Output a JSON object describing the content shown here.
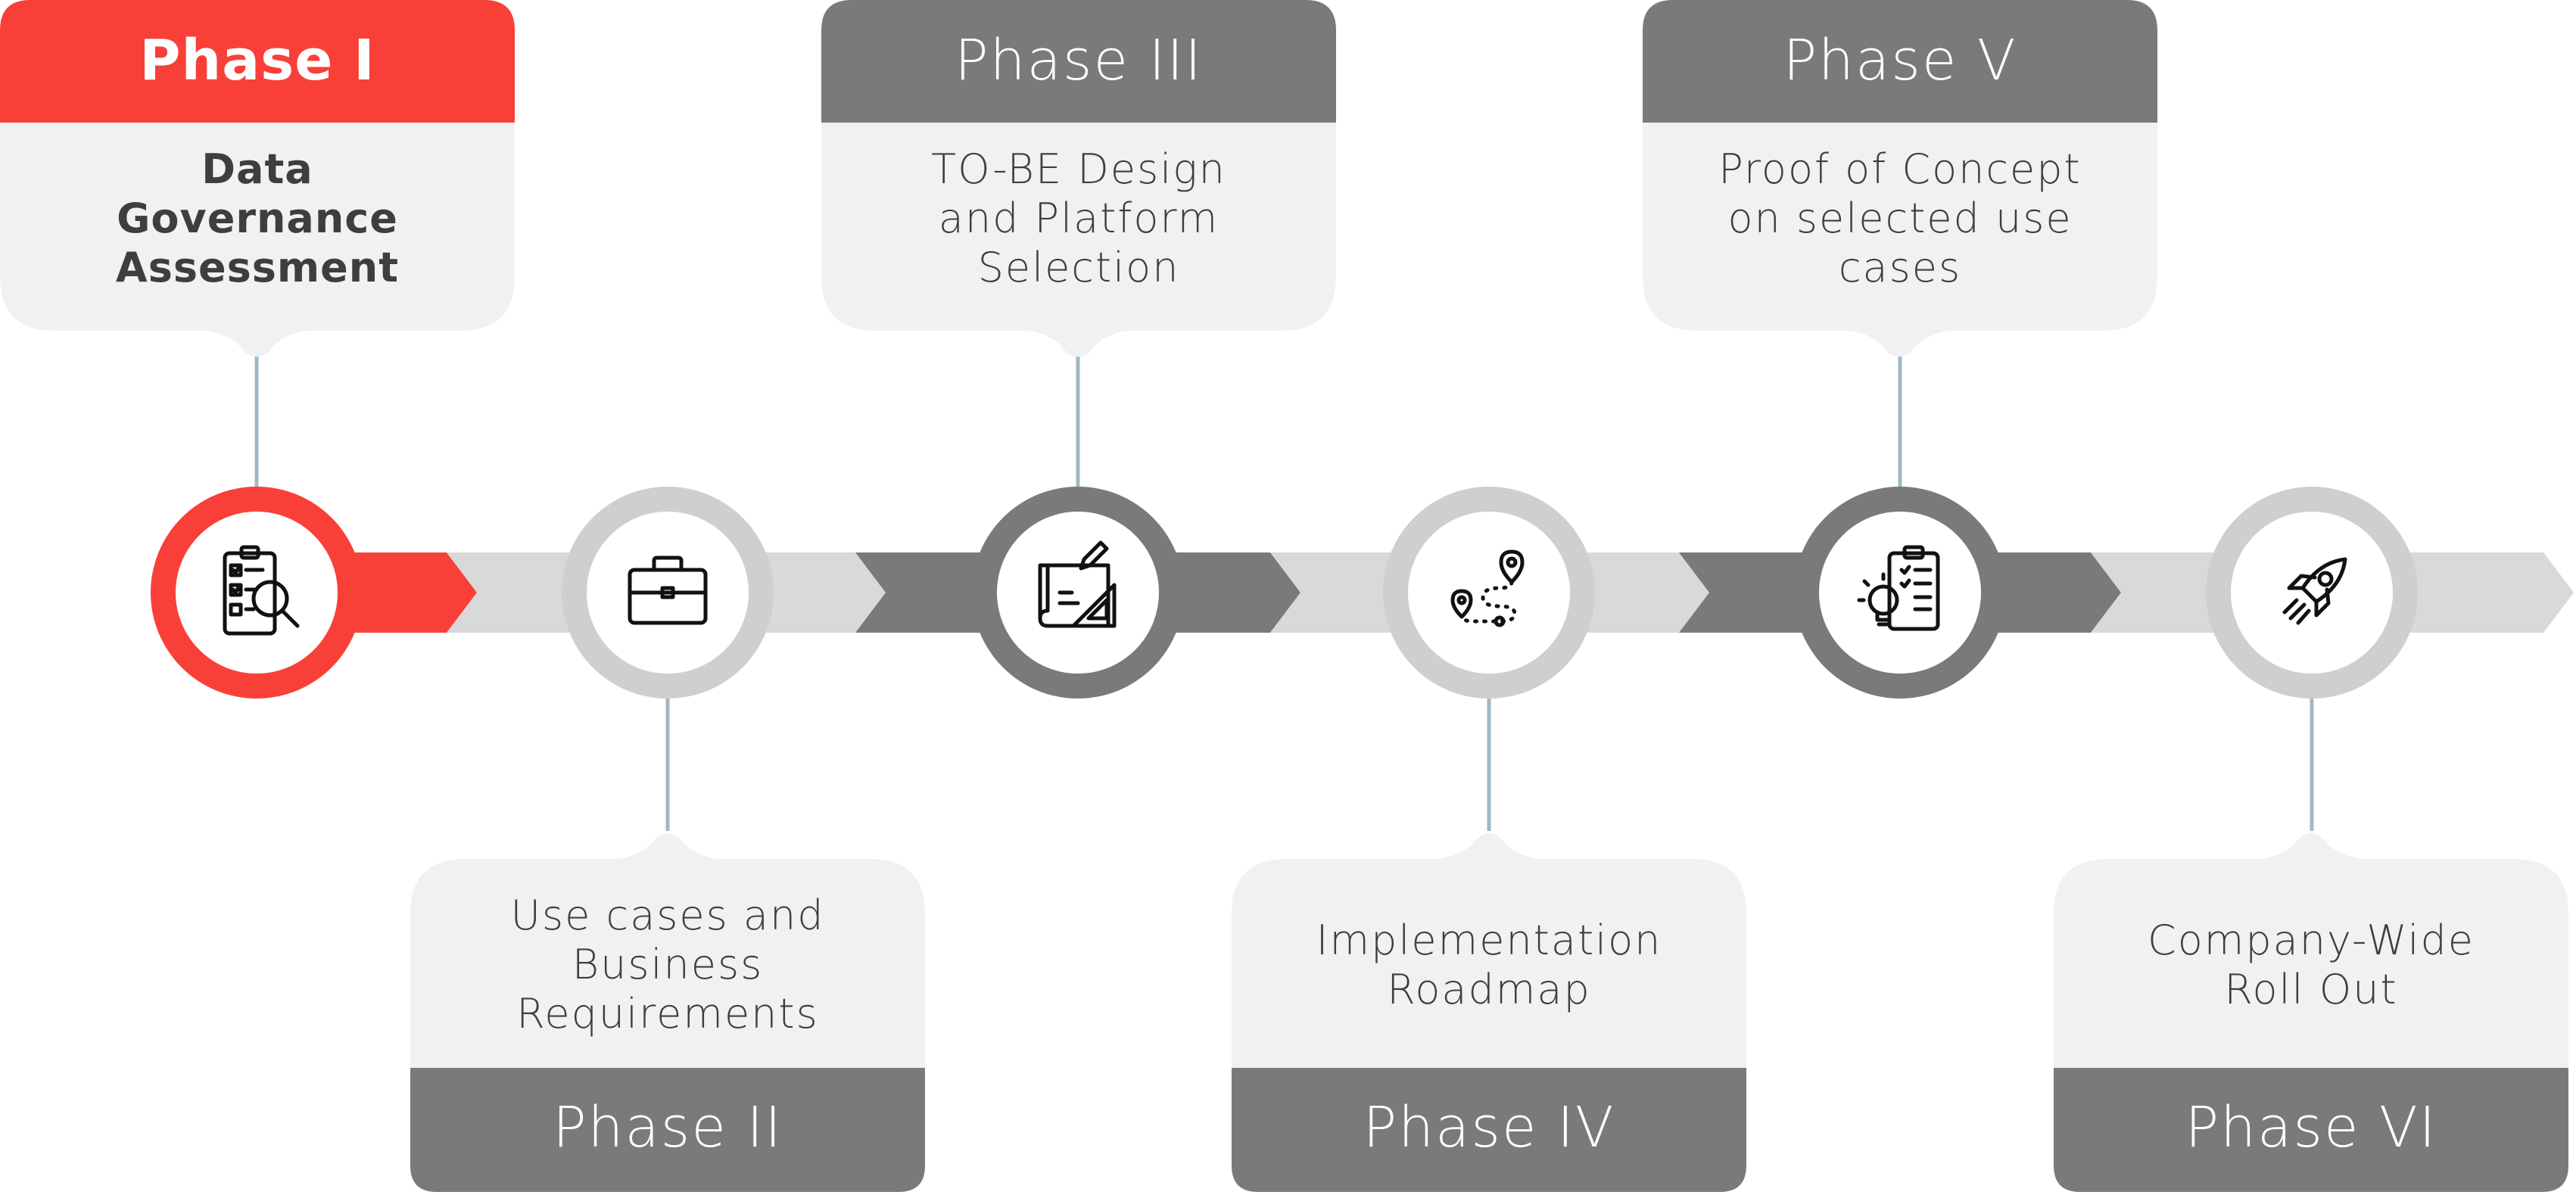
{
  "colors": {
    "accent": "#f84039",
    "dark_gray": "#7a7a7a",
    "mid_gray": "#cfcfcf",
    "light_gray": "#d9d9d9",
    "card_bg": "#f1f1f1",
    "connector": "#9fb8c6",
    "text": "#3e3e3e"
  },
  "phases": [
    {
      "title": "Phase I",
      "lines": [
        "Data",
        "Governance",
        "Assessment"
      ],
      "icon": "clipboard-search-icon",
      "position": "top",
      "active": true
    },
    {
      "title": "Phase II",
      "lines": [
        "Use cases and",
        "Business",
        "Requirements"
      ],
      "icon": "briefcase-icon",
      "position": "bottom",
      "active": false
    },
    {
      "title": "Phase III",
      "lines": [
        "TO-BE Design",
        "and Platform",
        "Selection"
      ],
      "icon": "blueprint-design-icon",
      "position": "top",
      "active": false
    },
    {
      "title": "Phase IV",
      "lines": [
        "Implementation",
        "Roadmap"
      ],
      "icon": "route-map-icon",
      "position": "bottom",
      "active": false
    },
    {
      "title": "Phase V",
      "lines": [
        "Proof of Concept",
        "on selected use",
        "cases"
      ],
      "icon": "clipboard-idea-icon",
      "position": "top",
      "active": false
    },
    {
      "title": "Phase VI",
      "lines": [
        "Company-Wide",
        "Roll Out"
      ],
      "icon": "rocket-icon",
      "position": "bottom",
      "active": false
    }
  ]
}
